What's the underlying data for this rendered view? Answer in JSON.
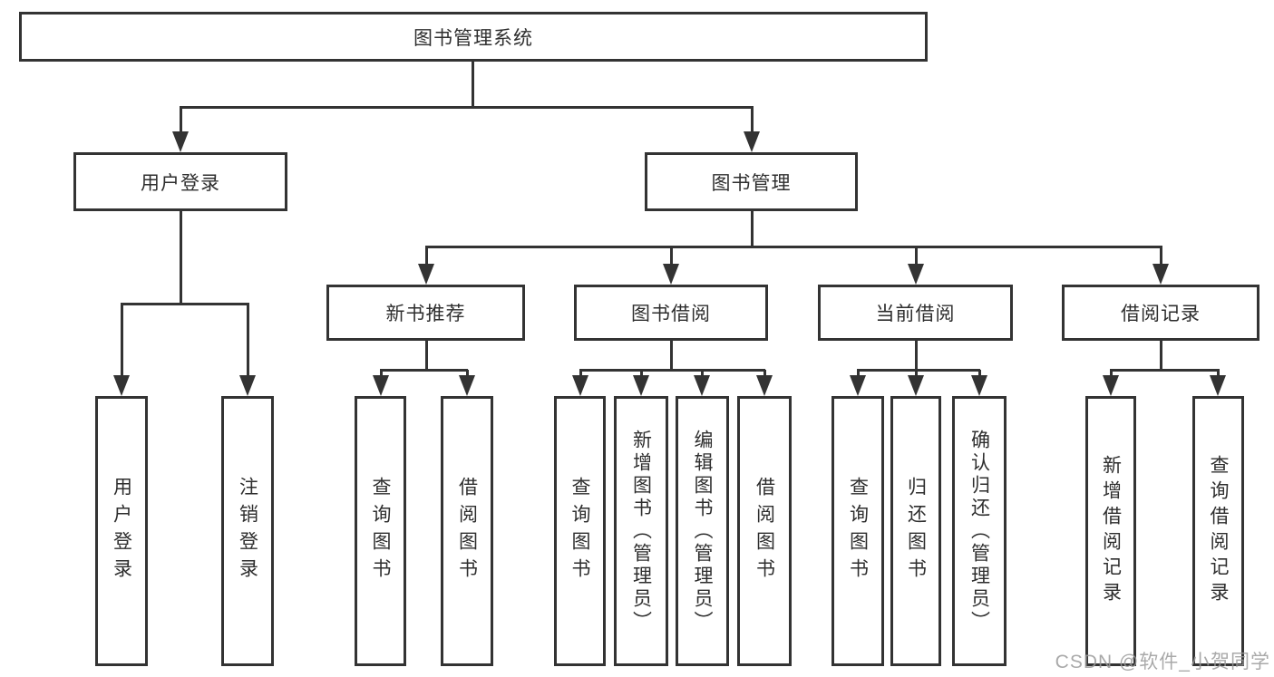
{
  "colors": {
    "line": "#333333",
    "text": "#2e2e2e",
    "background": "#ffffff",
    "watermark": "#9b9b9b"
  },
  "watermark": {
    "text": "CSDN @软件_小贺同学"
  },
  "tree": {
    "label": "图书管理系统",
    "children": [
      {
        "label": "用户登录",
        "children": [
          {
            "label": "用户登录"
          },
          {
            "label": "注销登录"
          }
        ]
      },
      {
        "label": "图书管理",
        "children": [
          {
            "label": "新书推荐",
            "children": [
              {
                "label": "查询图书"
              },
              {
                "label": "借阅图书"
              }
            ]
          },
          {
            "label": "图书借阅",
            "children": [
              {
                "label": "查询图书"
              },
              {
                "label": "新增图书（管理员）"
              },
              {
                "label": "编辑图书（管理员）"
              },
              {
                "label": "借阅图书"
              }
            ]
          },
          {
            "label": "当前借阅",
            "children": [
              {
                "label": "查询图书"
              },
              {
                "label": "归还图书"
              },
              {
                "label": "确认归还（管理员）"
              }
            ]
          },
          {
            "label": "借阅记录",
            "children": [
              {
                "label": "新增借阅记录"
              },
              {
                "label": "查询借阅记录"
              }
            ]
          }
        ]
      }
    ]
  }
}
